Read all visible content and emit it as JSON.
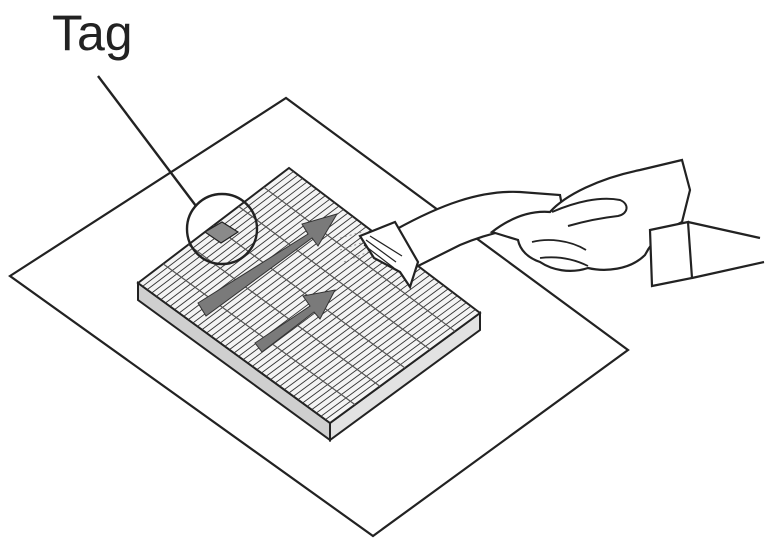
{
  "figure": {
    "callout_label": "Tag",
    "colors": {
      "line": "#222222",
      "sheet": "#ffffff",
      "filter_top": "#f4f4f4",
      "filter_side": "#cfcfcf",
      "arrow": "#7a7a7a",
      "hose": "#ffffff"
    },
    "icons": [
      "paper-sheet",
      "air-filter",
      "tag-marker",
      "callout-circle",
      "vacuum-nozzle",
      "hand",
      "direction-arrow"
    ]
  }
}
